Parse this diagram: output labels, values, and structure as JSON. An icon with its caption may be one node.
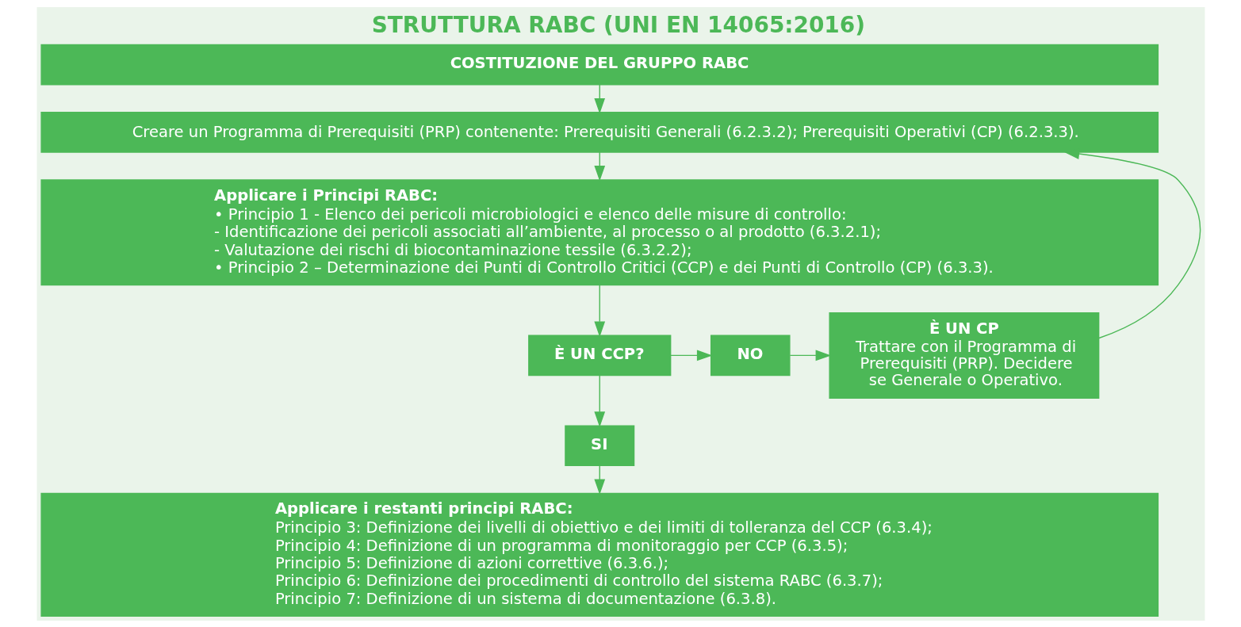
{
  "diagram": {
    "title": "STRUTTURA RABC (UNI EN 14065:2016)",
    "nodes": [
      {
        "text": [
          "COSTITUZIONE DEL GRUPPO RABC"
        ]
      },
      {
        "text": [
          "Creare un Programma di Prerequisiti (PRP) contenente: Prerequisiti Generali (6.2.3.2); Prerequisiti Operativi (CP) (6.2.3.3)."
        ]
      },
      {
        "text": [
          "Applicare i Principi RABC:",
          "• Principio 1 - Elenco dei pericoli microbiologici e elenco delle misure di controllo:",
          "- Identificazione dei pericoli associati all’ambiente, al processo o al prodotto (6.3.2.1);",
          "- Valutazione dei rischi di biocontaminazione tessile (6.3.2.2);",
          "• Principio 2 – Determinazione dei Punti di Controllo Critici (CCP) e dei Punti di Controllo (CP) (6.3.3)."
        ]
      },
      {
        "text": [
          "È UN CCP?"
        ]
      },
      {
        "text": [
          "NO"
        ]
      },
      {
        "text": [
          "È UN CP",
          "Trattare con il Programma di Prerequisiti (PRP). Decidere se Generale o Operativo."
        ]
      },
      {
        "text": [
          "SI"
        ]
      },
      {
        "text": [
          "Applicare i restanti principi RABC:",
          "Principio 3: Definizione dei livelli di obiettivo e dei limiti di tolleranza del CCP (6.3.4);",
          "Principio 4: Definizione di un programma di monitoraggio per CCP (6.3.5);",
          "Principio 5: Definizione di azioni correttive (6.3.6.);",
          "Principio 6: Definizione dei procedimenti di controllo del sistema RABC (6.3.7);",
          "Principio 7: Definizione di un sistema di documentazione (6.3.8)."
        ]
      }
    ],
    "edges": [
      {
        "from": 0,
        "to": 1,
        "arrow": "to"
      },
      {
        "from": 1,
        "to": 2,
        "arrow": "to"
      },
      {
        "from": 2,
        "to": 3,
        "arrow": "to"
      },
      {
        "from": 3,
        "to": 4,
        "arrow": "to"
      },
      {
        "from": 4,
        "to": 5,
        "arrow": "to"
      },
      {
        "from": 3,
        "to": 6,
        "arrow": "to"
      },
      {
        "from": 6,
        "to": 7,
        "arrow": "to"
      },
      {
        "from": 5,
        "to": 1,
        "arrow": "to"
      }
    ]
  }
}
